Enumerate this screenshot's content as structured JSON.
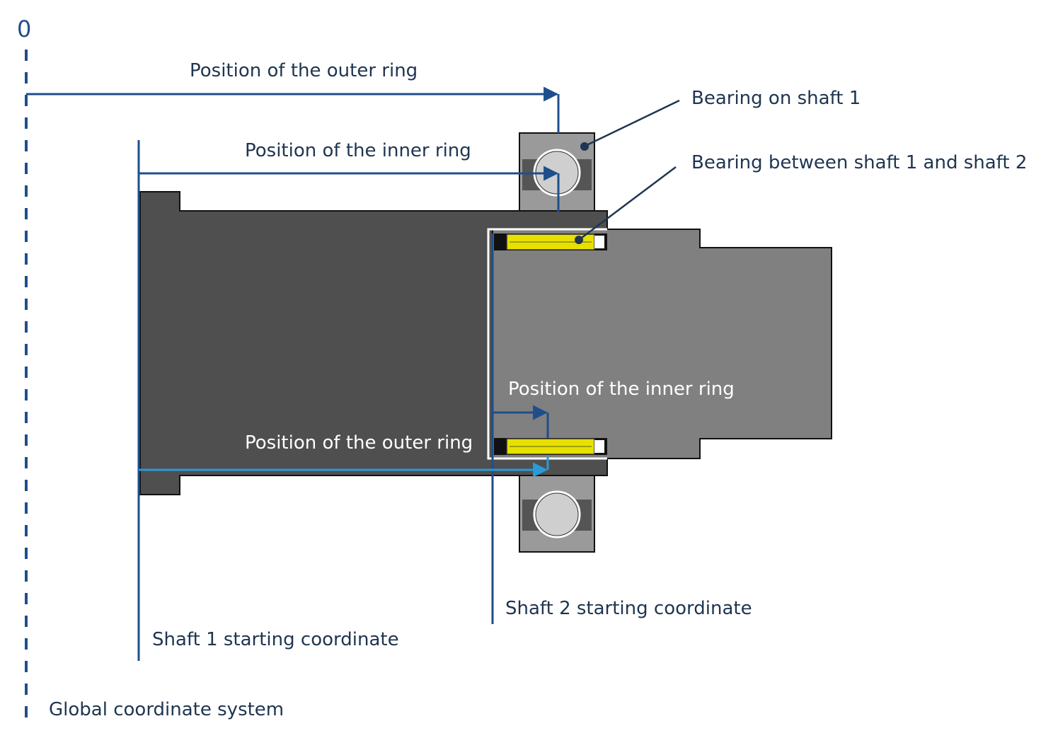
{
  "origin_label": "0",
  "labels": {
    "outer_ring_top": "Position of the outer ring",
    "inner_ring_top": "Position of the inner ring",
    "bearing_shaft1": "Bearing on shaft 1",
    "bearing_between": "Bearing between shaft 1 and shaft 2",
    "inner_ring_lower": "Position of the inner ring",
    "outer_ring_lower": "Position of the outer ring",
    "shaft2_start": "Shaft 2 starting coordinate",
    "shaft1_start": "Shaft 1 starting coordinate",
    "global_system": "Global coordinate system"
  },
  "colors": {
    "dimension_line": "#1f4e8c",
    "dimension_light": "#2a9ad8",
    "text": "#1f3550",
    "shaft1": "#4f4f4f",
    "shaft2": "#808080",
    "bearing_body": "#9a9a9a",
    "needle_bearing": "#e8e000"
  }
}
